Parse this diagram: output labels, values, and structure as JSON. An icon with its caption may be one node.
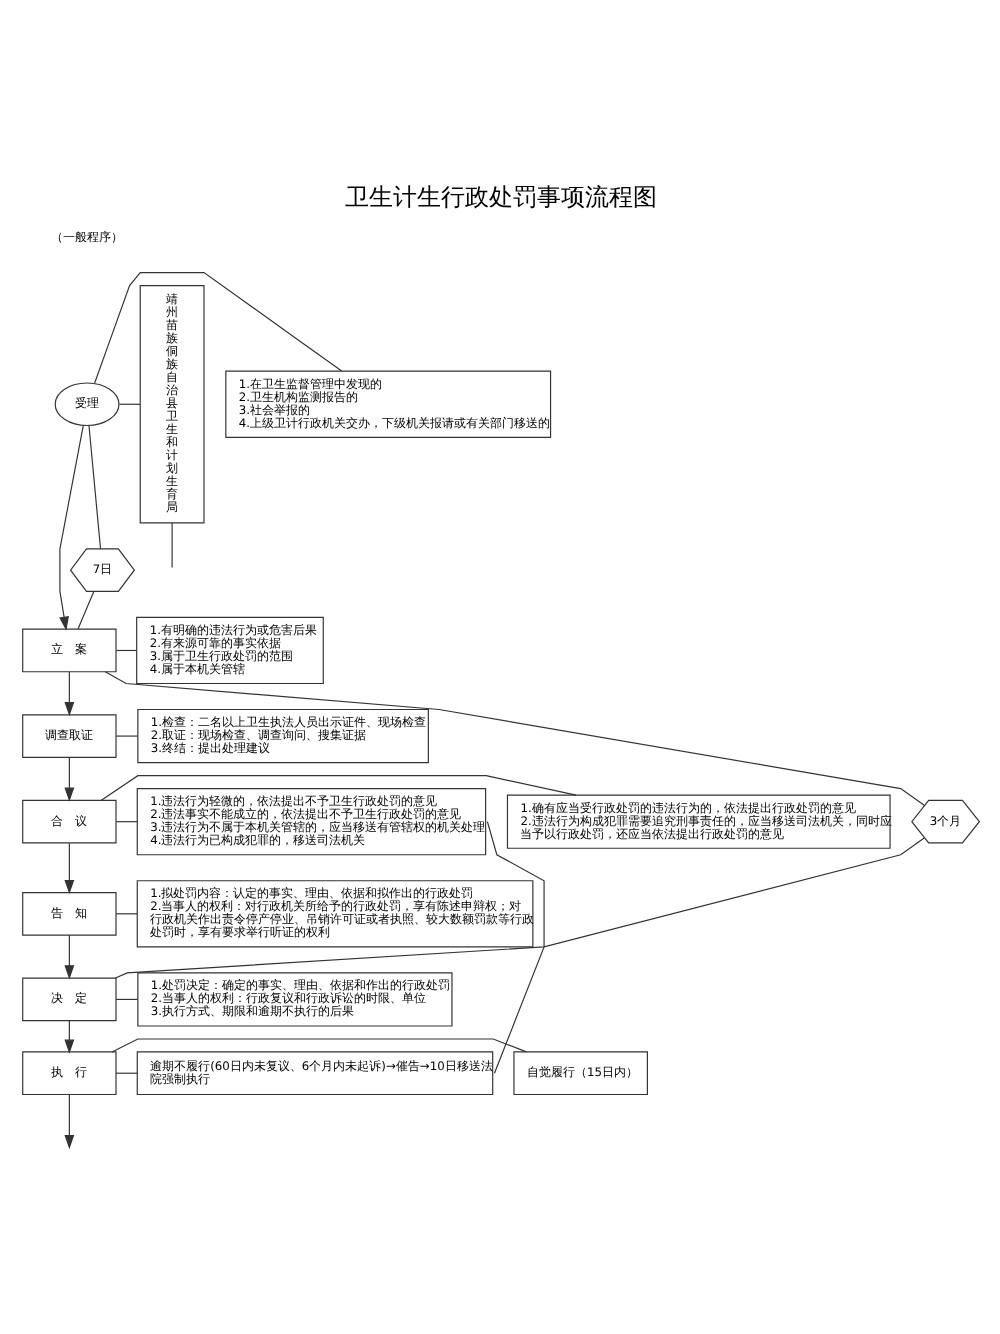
{
  "diagram": {
    "title": "卫生计生行政处罚事项流程图",
    "nodes": [
      {
        "text": [
          "受理"
        ]
      },
      {
        "text": [
          "1.在卫生监督管理中发现的",
          "2.卫生机构监测报告的",
          "3.社会举报的",
          "4.上级卫计行政机关交办，下级机关报请或有关部门移送的"
        ]
      },
      {
        "text": [
          "立　案"
        ]
      },
      {
        "text": [
          "1.有明确的违法行为或危害后果",
          "2.有来源可靠的事实依据",
          "3.属于卫生行政处罚的范围",
          "4.属于本机关管辖"
        ]
      },
      {
        "text": [
          "调查取证"
        ]
      },
      {
        "text": [
          "1.检查：二名以上卫生执法人员出示证件、现场检查",
          "2.取证：现场检查、调查询问、搜集证据",
          "3.终结：提出处理建议"
        ]
      },
      {
        "text": [
          "合　议"
        ]
      },
      {
        "text": [
          "1.确有应当受行政处罚的违法行为的，依法提出行政处罚的意见",
          "2.违法行为构成犯罪需要追究刑事责任的，应当移送司法机关，同时应当予以行政处罚，还应当依法提出行政处罚的意见"
        ]
      },
      {
        "text": [
          "1.违法行为轻微的，依法提出不予卫生行政处罚的意见",
          "2.违法事实不能成立的，依法提出不予卫生行政处罚的意见",
          "3.违法行为不属于本机关管辖的，应当移送有管辖权的机关处理",
          "4.违法行为已构成犯罪的，移送司法机关"
        ]
      },
      {
        "text": [
          "告　知"
        ]
      },
      {
        "text": [
          "1.拟处罚内容：认定的事实、理由、依据和拟作出的行政处罚",
          "2.当事人的权利：对行政机关所给予的行政处罚，享有陈述申辩权；对行政机关作出责令停产停业、吊销许可证或者执照、较大数额罚款等行政处罚时，享有要求举行听证的权利"
        ]
      },
      {
        "text": [
          "决　定"
        ]
      },
      {
        "text": [
          "1.处罚决定：确定的事实、理由、依据和作出的行政处罚",
          "2.当事人的权利：行政复议和行政诉讼的时限、单位",
          "3.执行方式、期限和逾期不执行的后果"
        ]
      },
      {
        "text": [
          "执　行"
        ]
      },
      {
        "text": [
          "自觉履行（15日内）"
        ]
      },
      {
        "text": [
          "逾期不履行(60日内未复议、6个月内未起诉)→催告→10日移送法院强制执行"
        ]
      },
      {
        "text": [
          "7日"
        ]
      },
      {
        "text": [
          "3个月"
        ]
      },
      {
        "text": [
          "靖州苗族侗族自治县卫生和计划生育局"
        ]
      }
    ],
    "edges": [
      {
        "from": 0,
        "to": 2,
        "arrow": "to"
      },
      {
        "from": 2,
        "to": 4,
        "arrow": "to"
      },
      {
        "from": 4,
        "to": 6,
        "arrow": "to"
      },
      {
        "from": 6,
        "to": 9,
        "arrow": "to"
      },
      {
        "from": 9,
        "to": 11,
        "arrow": "to"
      },
      {
        "from": 11,
        "to": 13,
        "arrow": "to"
      },
      {
        "from": 13,
        "to": null,
        "arrow": "to"
      },
      {
        "from": 0,
        "to": 1,
        "arrow": "none"
      },
      {
        "from": 2,
        "to": 3,
        "arrow": "none"
      },
      {
        "from": 4,
        "to": 5,
        "arrow": "none"
      },
      {
        "from": 6,
        "to": 7,
        "arrow": "none"
      },
      {
        "from": 6,
        "to": 8,
        "arrow": "none"
      },
      {
        "from": 9,
        "to": 10,
        "arrow": "none"
      },
      {
        "from": 11,
        "to": 12,
        "arrow": "none"
      },
      {
        "from": 13,
        "to": 14,
        "arrow": "none"
      },
      {
        "from": 13,
        "to": 15,
        "arrow": "none"
      },
      {
        "from": 0,
        "to": 16,
        "arrow": "none"
      },
      {
        "from": 16,
        "to": 2,
        "arrow": "none"
      },
      {
        "from": 2,
        "to": 17,
        "arrow": "none"
      },
      {
        "from": 17,
        "to": 11,
        "arrow": "none"
      },
      {
        "from": 0,
        "to": 18,
        "arrow": "none"
      },
      {
        "from": 18,
        "to": null,
        "arrow": "none"
      },
      {
        "from": 8,
        "to": 15,
        "arrow": "none"
      }
    ],
    "labels": [
      "（一般程序）"
    ]
  }
}
